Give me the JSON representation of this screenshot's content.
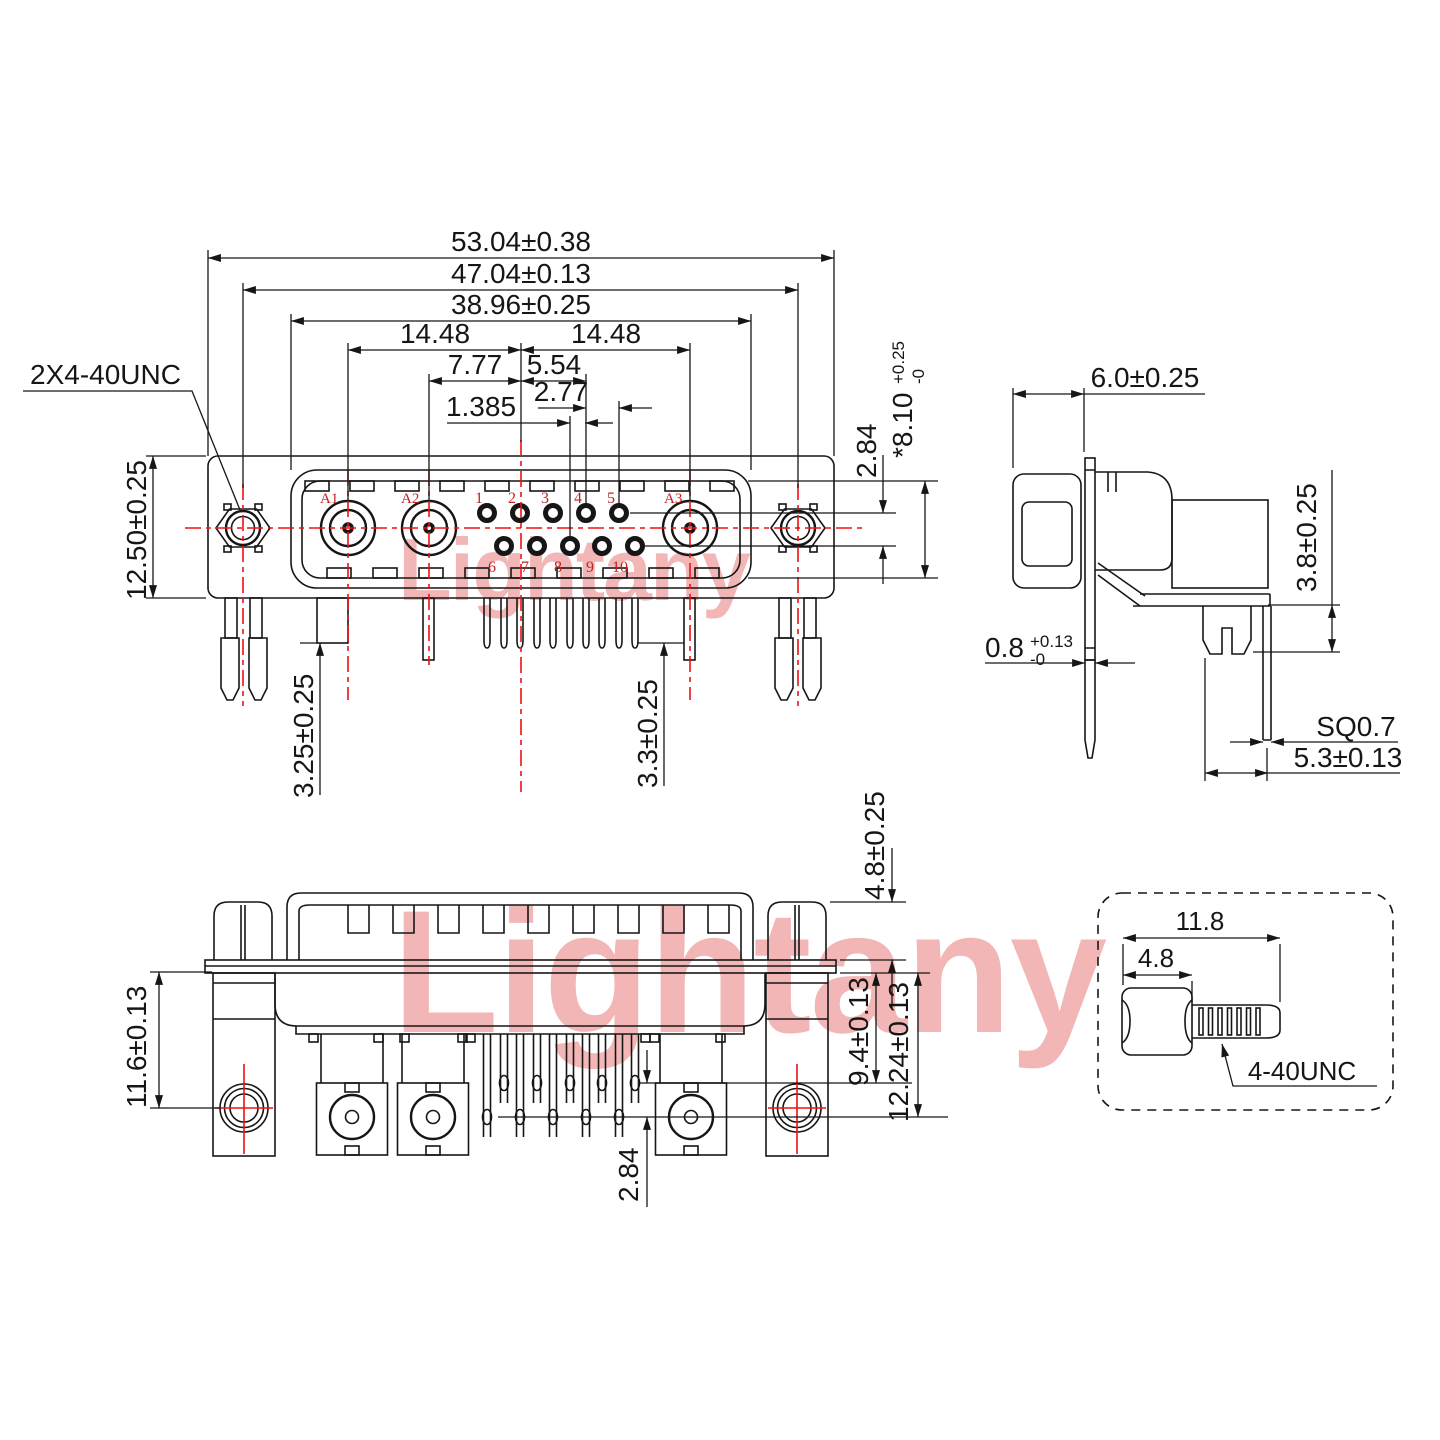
{
  "watermark": "Lightany",
  "colors": {
    "line": "#161616",
    "centerline": "#ee1111",
    "pin_label_red": "#c32222",
    "watermark_pink": "#f3b6b6"
  },
  "front_view": {
    "thread_callout": "2X4-40UNC",
    "dims": {
      "overall_width": "53.04±0.38",
      "mount_hole_spacing": "47.04±0.13",
      "shell_width": "38.96±0.25",
      "span_left": "14.48",
      "span_right": "14.48",
      "a2_to_center": "7.77",
      "center_to_pin4": "5.54",
      "pin_pitch": "2.77",
      "row_offset": "1.385",
      "body_height": "12.50±0.25",
      "leg_left": "3.25±0.25",
      "leg_right": "3.3±0.25",
      "row_spacing": "2.84",
      "shell_opening": "*8.10",
      "shell_opening_tol_plus": "+0.25",
      "shell_opening_tol_minus": "-0"
    },
    "contacts": {
      "a1": "A1",
      "a2": "A2",
      "a3": "A3",
      "pins_top": [
        "1",
        "2",
        "3",
        "4",
        "5"
      ],
      "pins_bottom": [
        "6",
        "7",
        "8",
        "9",
        "10"
      ]
    }
  },
  "side_view": {
    "dims": {
      "front_depth": "6.0±0.25",
      "flange_thickness": "0.8",
      "flange_tol_plus": "+0.13",
      "flange_tol_minus": "-0",
      "lock_depth": "3.8±0.25",
      "pin_square": "SQ0.7",
      "pin_length": "5.3±0.13"
    }
  },
  "bottom_view": {
    "dims": {
      "nut_height": "4.8±0.25",
      "standoff_center": "11.6±0.13",
      "pin_row_short": "9.4±0.13",
      "pin_row_long": "12.24±0.13",
      "row_stagger": "2.84"
    }
  },
  "screw_detail": {
    "dims": {
      "total_length": "11.8",
      "head_length": "4.8"
    },
    "thread_label": "4-40UNC"
  }
}
